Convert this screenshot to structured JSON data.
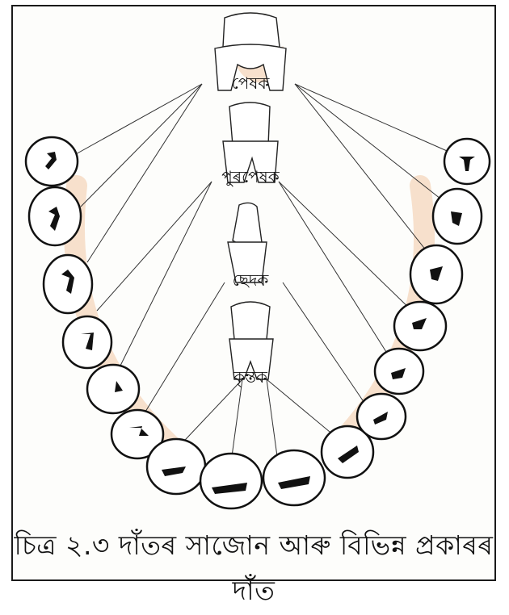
{
  "caption": "চিত্ৰ ২.৩ দাঁতৰ সাজোন আৰু বিভিন্ন প্ৰকাৰৰ দাঁত",
  "tooth_types": [
    {
      "key": "molar",
      "label": "পেষক"
    },
    {
      "key": "premolar",
      "label": "পুৰপেষক"
    },
    {
      "key": "incisor",
      "label": "ছেদক"
    },
    {
      "key": "canine",
      "label": "কৃন্তক"
    }
  ],
  "colors": {
    "ink": "#111111",
    "stain": "#f2c9a6",
    "background": "#fdfdfb"
  }
}
